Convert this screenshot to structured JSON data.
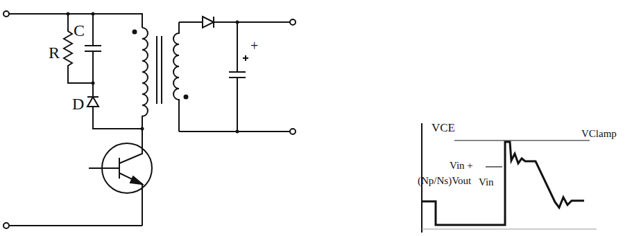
{
  "diagram": {
    "labels": [
      "R",
      "C",
      "D",
      "+",
      "VCE",
      "VClamp",
      "Vin +",
      "(Np/Ns)Vout",
      "Vin"
    ]
  }
}
